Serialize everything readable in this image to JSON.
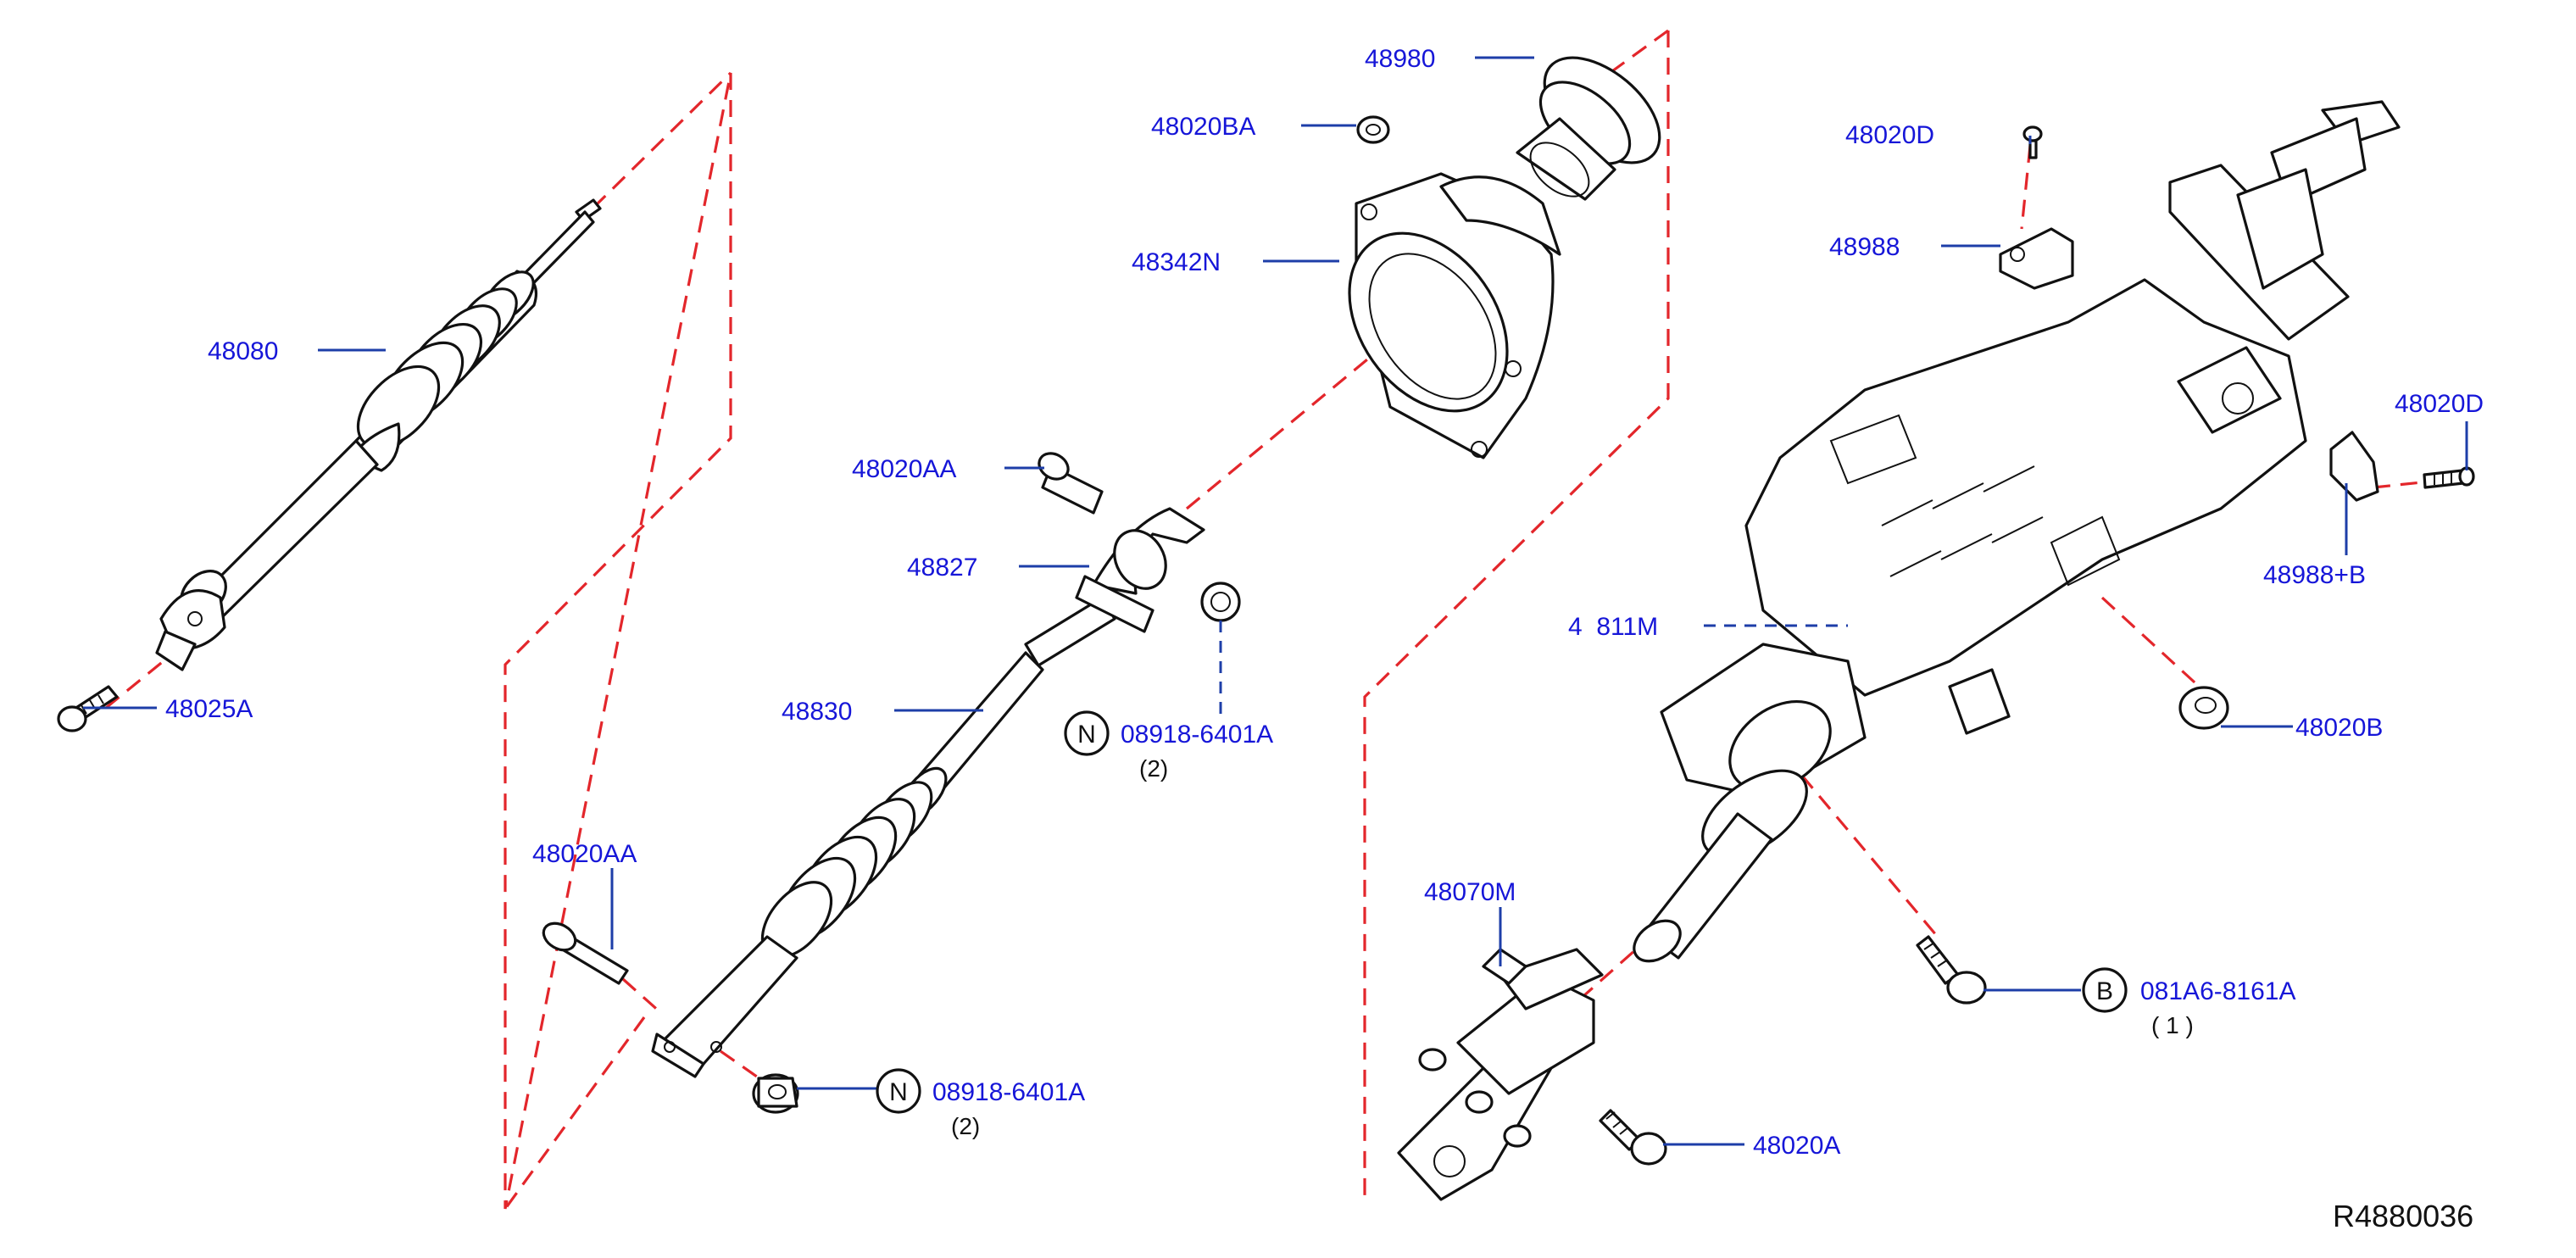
{
  "labels": {
    "p48980": "48980",
    "p48020BA": "48020BA",
    "p48342N": "48342N",
    "p48080": "48080",
    "p48020AA_top": "48020AA",
    "p48827": "48827",
    "p48830": "48830",
    "p08918_top": "08918-6401A",
    "p08918_top_qty": "(2)",
    "p48025A": "48025A",
    "p48020AA_bottom": "48020AA",
    "p08918_bottom": "08918-6401A",
    "p08918_bottom_qty": "(2)",
    "p48020D_top": "48020D",
    "p48988": "48988",
    "p48020D_right": "48020D",
    "p48988B": "48988+B",
    "p48811M": "4  811M",
    "p48020B": "48020B",
    "p48070M": "48070M",
    "p081A6": "081A6-8161A",
    "p081A6_qty": "( 1 )",
    "p48020A": "48020A"
  },
  "symbols": {
    "n_top": "N",
    "n_bottom": "N",
    "b_bolt": "B"
  },
  "reference": "R4880036",
  "colors": {
    "label": "#1616d8",
    "leader": "#1d3ea8",
    "dashed_boundary": "#e3262b",
    "line_art": "#111111"
  }
}
